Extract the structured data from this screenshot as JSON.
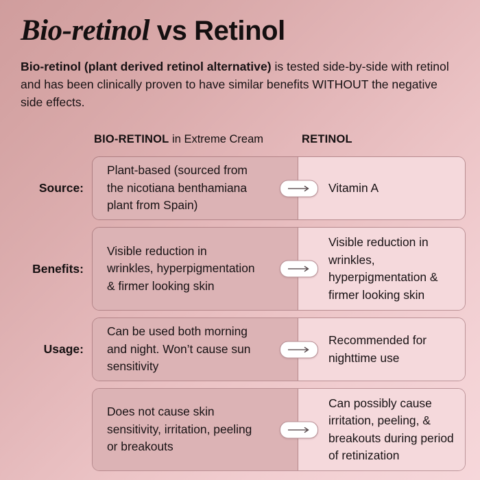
{
  "header": {
    "title_serif": "Bio-retinol",
    "title_sans": " vs Retinol",
    "subtitle_strong": "Bio-retinol (plant derived retinol alternative)",
    "subtitle_rest": " is tested side-by-side with retinol and has been clinically proven to have similar benefits WITHOUT the negative side effects."
  },
  "columns": {
    "left_bold": "BIO-RETINOL",
    "left_regular": " in Extreme Cream",
    "right_bold": "RETINOL"
  },
  "arrow_icon": "arrow-right-icon",
  "colors": {
    "background_start": "#d09d9d",
    "background_end": "#f6d7da",
    "card_left_fill": "#dcb3b5",
    "card_right_fill": "#f5d9dc",
    "card_border": "#78484e",
    "pill_fill": "#ffffff",
    "text": "#171113"
  },
  "rows": [
    {
      "label": "Source:",
      "left": "Plant-based (sourced from the nicotiana benthamiana plant from Spain)",
      "right": "Vitamin A"
    },
    {
      "label": "Benefits:",
      "left": "Visible reduction in wrinkles, hyperpigmentation & firmer looking skin",
      "right": "Visible reduction in wrinkles, hyperpigmentation & firmer looking skin"
    },
    {
      "label": "Usage:",
      "left": "Can be used both morning and night. Won’t cause sun sensitivity",
      "right": "Recommended for nighttime use"
    },
    {
      "label": "",
      "left": "Does not cause skin sensitivity, irritation, peeling or breakouts",
      "right": "Can possibly cause irritation, peeling, & breakouts during period of retinization"
    }
  ]
}
